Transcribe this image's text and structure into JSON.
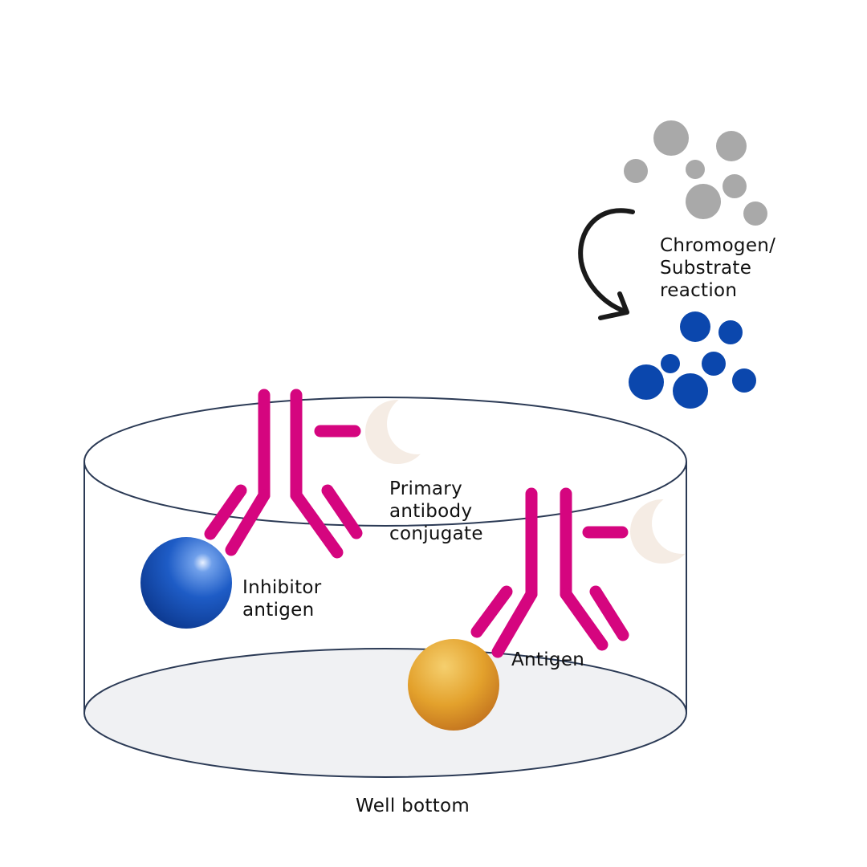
{
  "labels": {
    "chromogen": [
      "Chromogen/",
      "Substrate",
      "reaction"
    ],
    "primary_antibody": [
      "Primary",
      "antibody",
      "conjugate"
    ],
    "inhibitor": [
      "Inhibitor",
      "antigen"
    ],
    "antigen": "Antigen",
    "well_bottom": "Well bottom"
  },
  "colors": {
    "antibody": "#d5057f",
    "enzyme": "#f5ece4",
    "substrate_gray": "#a9a9a9",
    "product_blue": "#0b47ad",
    "inhibitor_blue": "#1d5bc4",
    "antigen_gold": "#e3a12c",
    "well_outline": "#2b3a55",
    "well_floor": "#f0f1f3",
    "arrow": "#1a1a1a"
  },
  "icons": {
    "substrate": "gray-circle",
    "product": "blue-circle",
    "enzyme": "crescent",
    "antibody": "y-shape",
    "antigen": "sphere"
  }
}
